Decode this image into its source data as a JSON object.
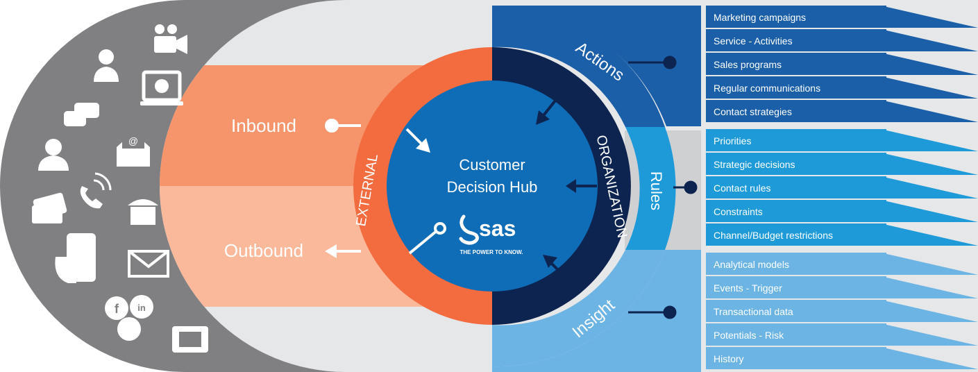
{
  "hub": {
    "title_line1": "Customer",
    "title_line2": "Decision Hub",
    "logo_text": "sas",
    "logo_tagline": "THE POWER TO KNOW."
  },
  "flows": {
    "inbound": "Inbound",
    "outbound": "Outbound"
  },
  "ring_labels": {
    "external": "EXTERNAL",
    "organization": "ORGANIZATION",
    "actions": "Actions",
    "rules": "Rules",
    "insight": "Insight"
  },
  "groups": {
    "actions": {
      "color": "#1a5fa8",
      "items": [
        "Marketing campaigns",
        "Service - Activities",
        "Sales programs",
        "Regular communications",
        "Contact strategies"
      ]
    },
    "rules": {
      "color": "#1e9ad9",
      "items": [
        "Priorities",
        "Strategic decisions",
        "Contact rules",
        "Constraints",
        "Channel/Budget restrictions"
      ]
    },
    "insight": {
      "color": "#6cb4e4",
      "items": [
        "Analytical models",
        "Events - Trigger",
        "Transactional data",
        "Potentials - Risk",
        "History"
      ]
    }
  },
  "channel_icons": [
    "person-icon",
    "video-camera-icon",
    "computer-globe-icon",
    "chat-bubbles-icon",
    "email-envelope-icon",
    "call-center-agent-icon",
    "phone-call-icon",
    "credit-card-icon",
    "branch-store-icon",
    "mobile-phone-hand-icon",
    "mail-icon",
    "social-media-icon",
    "desk-phone-icon"
  ],
  "colors": {
    "channels_bg": "#808083",
    "light_bg": "#e6e7e8",
    "inbound_band": "#f6956c",
    "outbound_band": "#f9b99a",
    "external_ring": "#f36c3f",
    "organization_ring": "#0d2450",
    "hub": "#0f6cb6",
    "actions": "#1a5fa8",
    "rules": "#1e9ad9",
    "insight": "#6cb4e4"
  }
}
